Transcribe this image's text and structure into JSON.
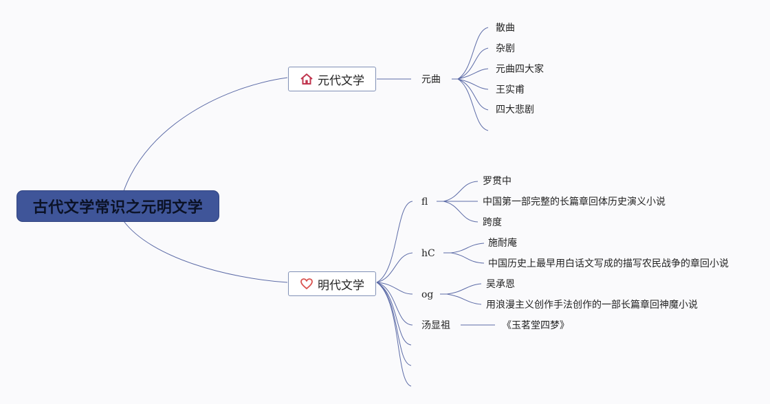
{
  "root": {
    "label": "古代文学常识之元明文学"
  },
  "yuan": {
    "label": "元代文学",
    "icon": "home-icon",
    "sub": "元曲",
    "leaves": [
      "散曲",
      "杂剧",
      "元曲四大家",
      "王实甫",
      "四大悲剧"
    ]
  },
  "ming": {
    "label": "明代文学",
    "icon": "heart-icon",
    "groups": [
      {
        "label": "fl",
        "leaves": [
          "罗贯中",
          "中国第一部完整的长篇章回体历史演义小说",
          "跨度"
        ]
      },
      {
        "label": "hC",
        "leaves": [
          "施耐庵",
          "中国历史上最早用白话文写成的描写农民战争的章回小说"
        ]
      },
      {
        "label": "og",
        "leaves": [
          "吴承恩",
          "用浪漫主义创作手法创作的一部长篇章回神魔小说"
        ]
      },
      {
        "label": "汤显祖",
        "leaves": [
          "《玉茗堂四梦》"
        ]
      }
    ]
  },
  "colors": {
    "edge": "#5b6aa6",
    "root_fill": "#3f5599",
    "node_border": "#7f8fb5",
    "home_icon": "#c0344d",
    "heart_icon": "#d9534f"
  }
}
